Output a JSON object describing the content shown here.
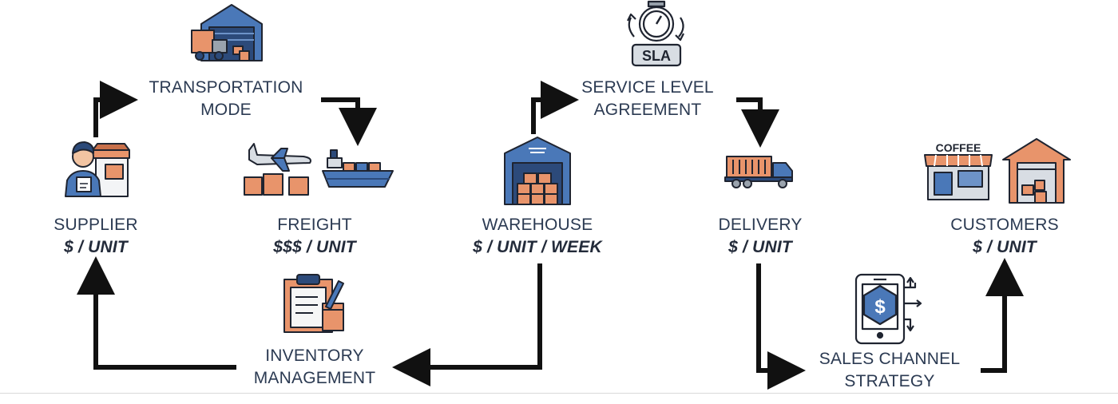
{
  "colors": {
    "arrow": "#111111",
    "label_text": "#2b3a52",
    "icon_blue": "#4a78b8",
    "icon_dark_blue": "#2c4a7a",
    "icon_orange": "#e8946b",
    "icon_grey": "#9aa3ad",
    "icon_outline": "#1f2430"
  },
  "nodes": {
    "transportation_mode": {
      "lines": [
        "TRANSPORTATION",
        "MODE"
      ],
      "icon": "warehouse-truck-icon"
    },
    "supplier": {
      "name": "SUPPLIER",
      "cost": "$ / UNIT",
      "icon": "supplier-person-icon"
    },
    "freight": {
      "name": "FREIGHT",
      "cost": "$$$ / UNIT",
      "icons": [
        "cargo-plane-icon",
        "cargo-ship-icon"
      ]
    },
    "warehouse": {
      "name": "WAREHOUSE",
      "cost": "$ / UNIT / WEEK",
      "icon": "warehouse-icon"
    },
    "inventory_management": {
      "lines": [
        "INVENTORY",
        "MANAGEMENT"
      ],
      "icon": "clipboard-icon"
    },
    "service_level_agreement": {
      "lines": [
        "SERVICE LEVEL",
        "AGREEMENT"
      ],
      "icon": "stopwatch-sla-icon",
      "icon_text": "SLA"
    },
    "delivery": {
      "name": "DELIVERY",
      "cost": "$ / UNIT",
      "icon": "delivery-truck-icon"
    },
    "customers": {
      "name": "CUSTOMERS",
      "cost": "$ / UNIT",
      "icons": [
        "coffee-shop-icon",
        "store-building-icon"
      ],
      "shop_sign": "COFFEE"
    },
    "sales_channel_strategy": {
      "lines": [
        "SALES CHANNEL",
        "STRATEGY"
      ],
      "icon": "smartphone-dollar-icon",
      "icon_text": "$"
    }
  }
}
